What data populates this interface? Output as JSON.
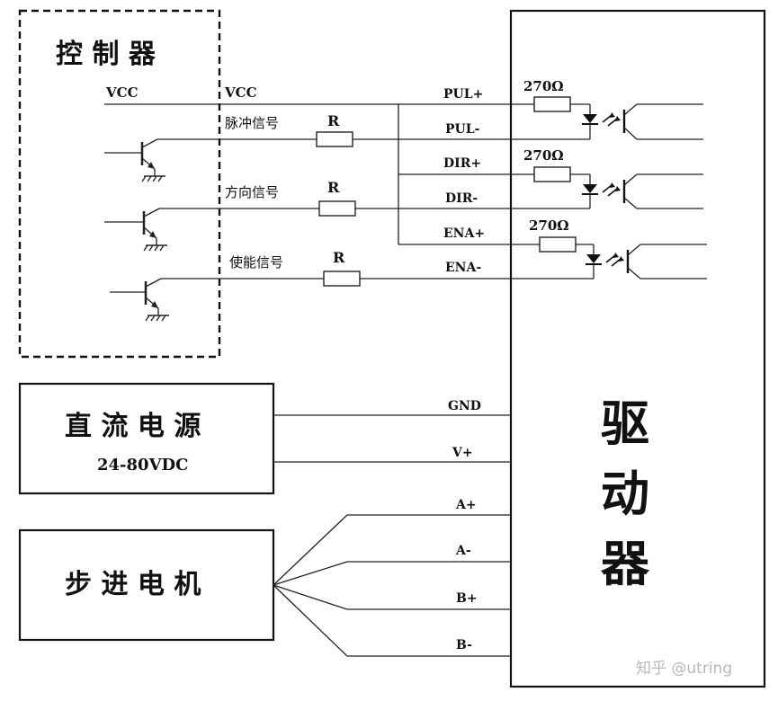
{
  "controller": {
    "title": "控 制 器",
    "vcc_inside": "VCC",
    "vcc_outside": "VCC"
  },
  "signals": {
    "pulse": "脉冲信号",
    "direction": "方向信号",
    "enable": "使能信号",
    "resistor": "R"
  },
  "driver": {
    "title_chars": [
      "驱",
      "动",
      "器"
    ],
    "pins": {
      "pul_plus": "PUL+",
      "pul_minus": "PUL-",
      "dir_plus": "DIR+",
      "dir_minus": "DIR-",
      "ena_plus": "ENA+",
      "ena_minus": "ENA-",
      "gnd": "GND",
      "v_plus": "V+",
      "a_plus": "A+",
      "a_minus": "A-",
      "b_plus": "B+",
      "b_minus": "B-"
    },
    "internal_resistor": "270Ω"
  },
  "power_supply": {
    "title": "直 流 电 源",
    "spec": "24-80VDC"
  },
  "motor": {
    "title": "步 进 电 机"
  },
  "watermark": "知乎 @utring"
}
